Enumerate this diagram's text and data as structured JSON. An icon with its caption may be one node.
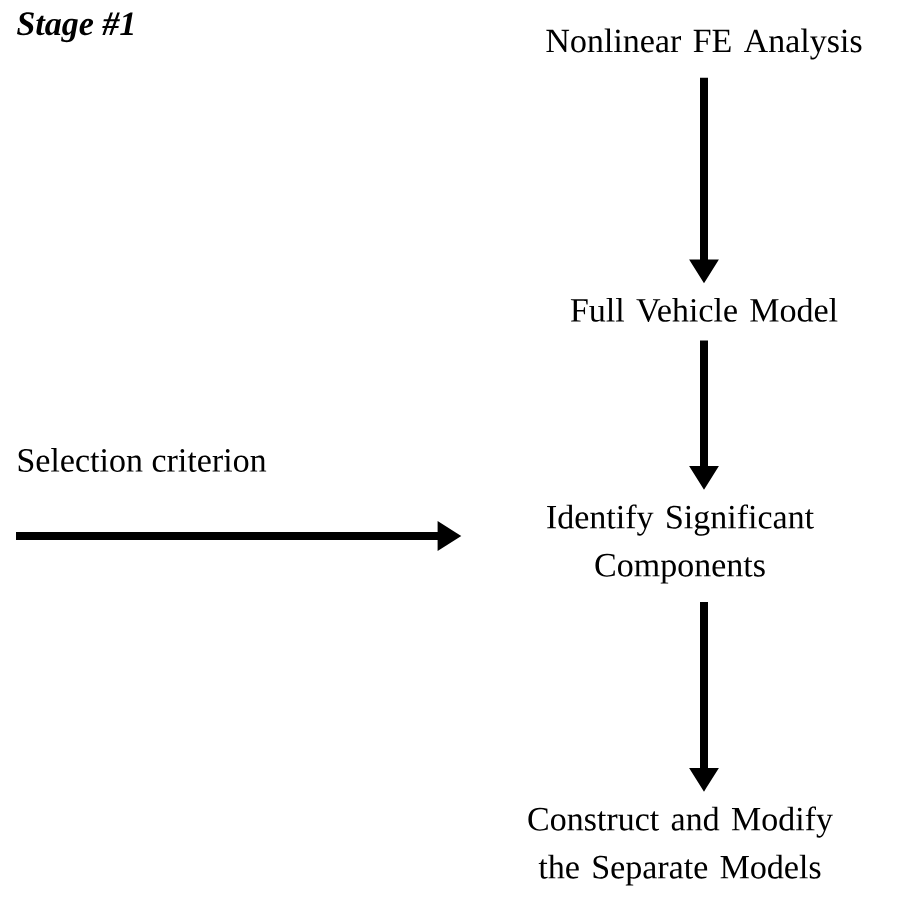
{
  "diagram": {
    "title": "Stage #1",
    "nodes": [
      {
        "text": [
          "Nonlinear FE Analysis"
        ]
      },
      {
        "text": [
          "Full Vehicle Model"
        ]
      },
      {
        "text": [
          "Identify Significant Components"
        ]
      },
      {
        "text": [
          "Construct and Modify the Separate Models"
        ]
      }
    ],
    "edges": [
      {
        "from": 0,
        "to": 1,
        "arrow": "to"
      },
      {
        "from": 1,
        "to": 2,
        "arrow": "to"
      },
      {
        "from": null,
        "to": 2,
        "arrow": "to",
        "label": "Selection criterion"
      },
      {
        "from": 2,
        "to": 3,
        "arrow": "to"
      }
    ]
  }
}
